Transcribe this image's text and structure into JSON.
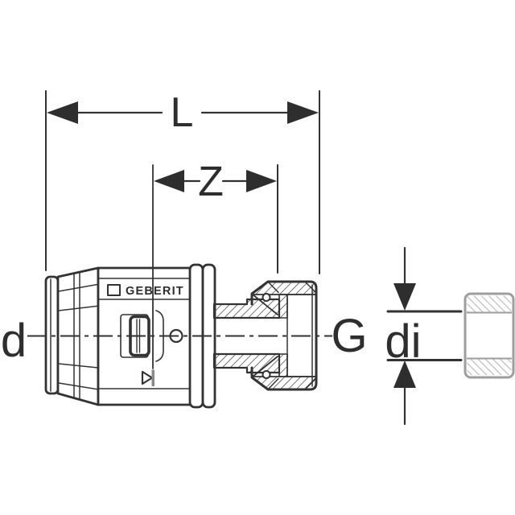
{
  "diagram": {
    "brand": "GEBERIT",
    "dimensions": {
      "length_label": "L",
      "insertion_depth_label": "Z",
      "outer_diameter_label": "d",
      "thread_label": "G",
      "inner_diameter_label": "di"
    },
    "colors": {
      "line": "#333333",
      "arrow_fill": "#2e2e2e",
      "pipe_outline": "#9e9e9e",
      "pipe_hatch": "#b8b8b8",
      "indicator_tick": "#8a8a8a",
      "background": "#ffffff"
    }
  }
}
